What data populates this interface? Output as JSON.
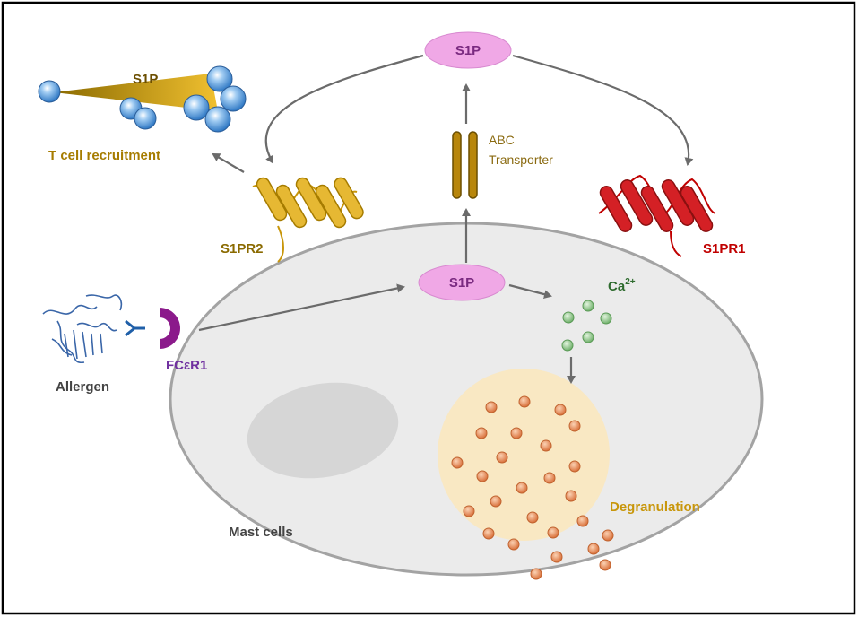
{
  "labels": {
    "s1p_top": "S1P",
    "s1p_inner": "S1P",
    "s1p_gradient": "S1P",
    "abc_line1": "ABC",
    "abc_line2": "Transporter",
    "t_cell_recruitment": "T cell recruitment",
    "s1pr2": "S1PR2",
    "s1pr1": "S1PR1",
    "allergen": "Allergen",
    "fcer1": "FCεR1",
    "ca": "Ca",
    "ca_sup": "2+",
    "degranulation": "Degranulation",
    "mast_cells": "Mast cells"
  },
  "colors": {
    "s1p_fill": "#f0a8e6",
    "s1p_text": "#7a2a80",
    "receptor_yellow": "#e6b833",
    "receptor_red": "#d42025",
    "transporter": "#b8860b",
    "tcell": "#4a90d9",
    "fcer1": "#8b1a8b",
    "granule": "#e5874f",
    "calcium": "#8fc98a",
    "cell_fill": "#ebebeb",
    "label_gold": "#c8960a",
    "label_purple": "#7030a0",
    "label_red": "#c00000",
    "label_green": "#2e6b2e"
  }
}
